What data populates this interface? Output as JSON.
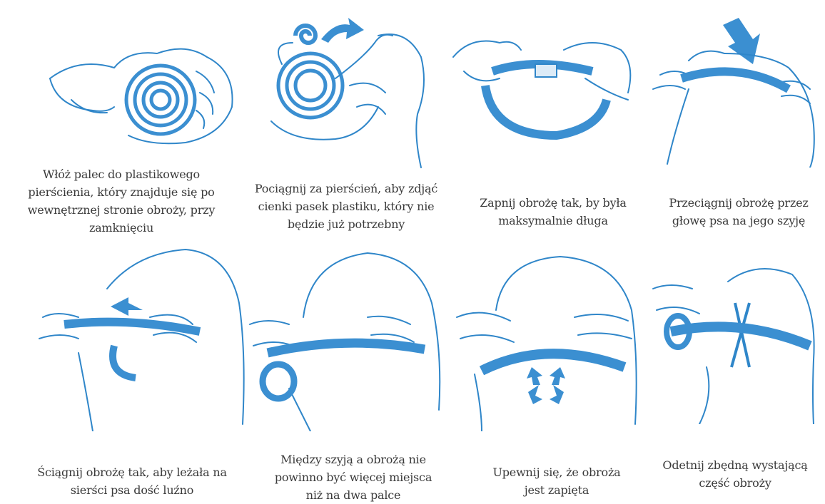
{
  "colors": {
    "line": "#2f86c9",
    "fill": "#3b8fd1",
    "light": "#dcebf7",
    "text": "#3a3a3a"
  },
  "steps": [
    {
      "icon": "collar-coil-in-hands-icon",
      "caption": [
        "Włóż palec do plastikowego",
        "pierścienia, który znajduje się po",
        "wewnętrznej stronie obroży, przy",
        "zamknięciu"
      ]
    },
    {
      "icon": "pull-ring-strip-icon",
      "caption": [
        "Pociągnij za pierścień, aby zdjąć",
        "cienki pasek plastiku, który nie",
        "będzie już potrzebny"
      ]
    },
    {
      "icon": "buckle-collar-icon",
      "caption": [
        "Zapnij obrożę tak, by była",
        "maksymalnie długa"
      ]
    },
    {
      "icon": "collar-over-head-icon",
      "caption": [
        "Przeciągnij obrożę przez",
        "głowę psa na jego szyję"
      ]
    },
    {
      "icon": "tighten-collar-icon",
      "caption": [
        "Ściągnij obrożę tak, aby leżała na",
        "sierści psa dość luźno"
      ]
    },
    {
      "icon": "two-fingers-space-icon",
      "caption": [
        "Między szyją a obrożą nie",
        "powinno być więcej miejsca",
        "niż na dwa palce"
      ]
    },
    {
      "icon": "collar-fastened-icon",
      "caption": [
        "Upewnij się, że obroża",
        "jest zapięta"
      ]
    },
    {
      "icon": "cut-excess-icon",
      "caption": [
        "Odetnij zbędną wystającą",
        "część obroży"
      ]
    }
  ]
}
